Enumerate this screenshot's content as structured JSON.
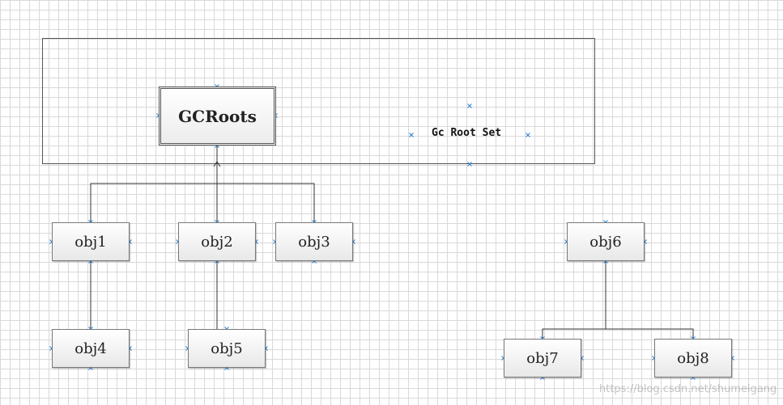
{
  "frame_label": "Gc Root Set",
  "root": {
    "label": "GCRoots"
  },
  "nodes": {
    "obj1": "obj1",
    "obj2": "obj2",
    "obj3": "obj3",
    "obj4": "obj4",
    "obj5": "obj5",
    "obj6": "obj6",
    "obj7": "obj7",
    "obj8": "obj8"
  },
  "watermark": "https://blog.csdn.net/shumeigang",
  "colors": {
    "line": "#333333",
    "handle": "#2a7fd4"
  }
}
